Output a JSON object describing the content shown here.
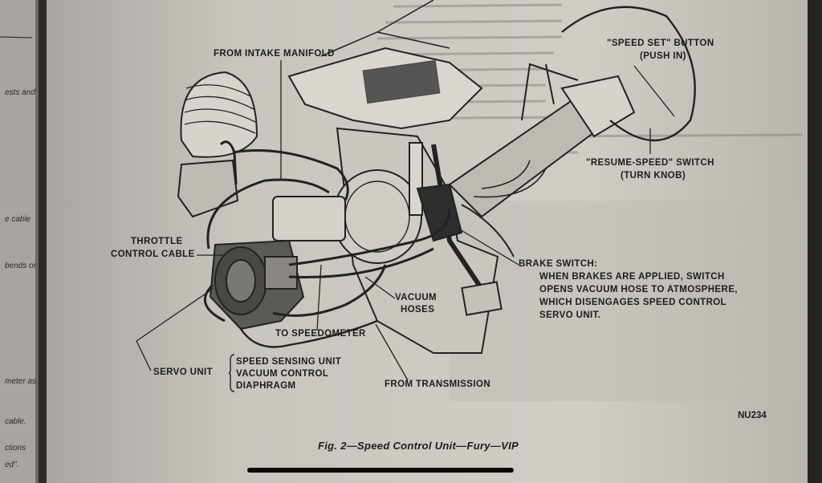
{
  "labels": {
    "intake": "FROM INTAKE MANIFOLD",
    "speed_set_1": "\"SPEED SET\" BUTTON",
    "speed_set_2": "(PUSH IN)",
    "resume_1": "\"RESUME-SPEED\" SWITCH",
    "resume_2": "(TURN KNOB)",
    "throttle_1": "THROTTLE",
    "throttle_2": "CONTROL CABLE",
    "brake_title": "BRAKE SWITCH:",
    "brake_1": "WHEN BRAKES ARE APPLIED, SWITCH",
    "brake_2": "OPENS VACUUM HOSE TO ATMOSPHERE,",
    "brake_3": "WHICH DISENGAGES SPEED CONTROL",
    "brake_4": "SERVO UNIT.",
    "vacuum_1": "VACUUM",
    "vacuum_2": "HOSES",
    "speedometer": "TO SPEEDOMETER",
    "servo": "SERVO UNIT",
    "servo_1": "SPEED SENSING UNIT",
    "servo_2": "VACUUM CONTROL",
    "servo_3": "DIAPHRAGM",
    "transmission": "FROM TRANSMISSION",
    "code": "NU234"
  },
  "caption": "Fig. 2—Speed Control Unit—Fury—VIP",
  "left_fragments": [
    "ests and",
    "e cable",
    "bends or",
    "meter as",
    "cable.",
    "ctions",
    "ed\"."
  ],
  "colors": {
    "paper": "#c9c6c0",
    "ink": "#1d1d1d",
    "binding": "#1b1b1b",
    "home_indicator": "#0a0a0a"
  }
}
